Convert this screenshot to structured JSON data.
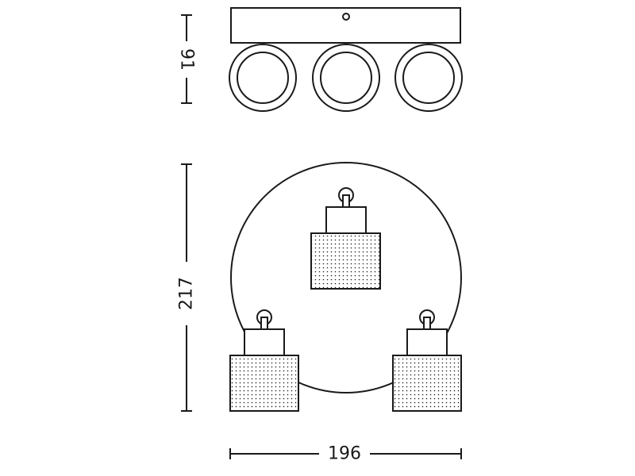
{
  "dimensions": {
    "height_top": "91",
    "height_bottom": "217",
    "width_bottom": "196"
  },
  "colors": {
    "stroke": "#1a1a1a",
    "background": "#ffffff"
  }
}
